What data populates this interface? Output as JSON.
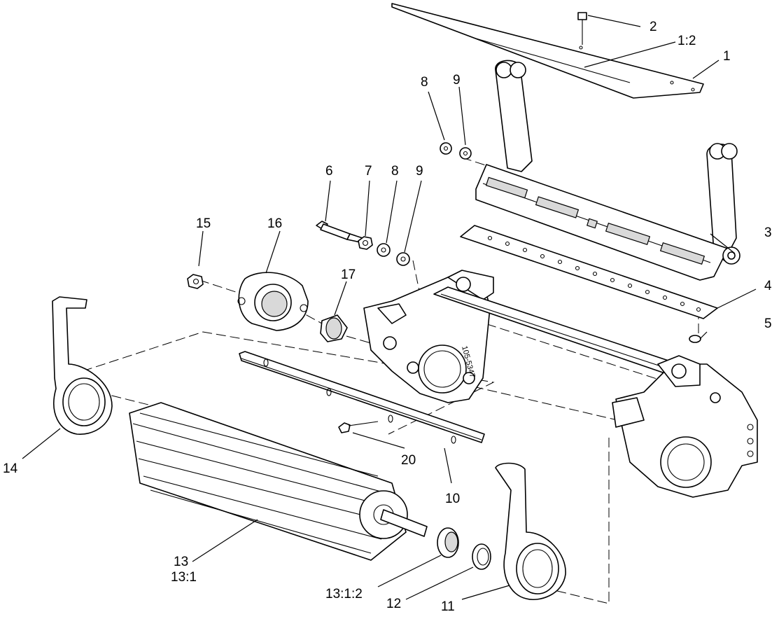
{
  "callouts": [
    {
      "id": "c-1",
      "text": "1"
    },
    {
      "id": "c-2",
      "text": "2"
    },
    {
      "id": "c-1-2",
      "text": "1:2"
    },
    {
      "id": "c-3",
      "text": "3"
    },
    {
      "id": "c-4",
      "text": "4"
    },
    {
      "id": "c-5",
      "text": "5"
    },
    {
      "id": "c-6",
      "text": "6"
    },
    {
      "id": "c-7",
      "text": "7"
    },
    {
      "id": "c-8a",
      "text": "8"
    },
    {
      "id": "c-8b",
      "text": "8"
    },
    {
      "id": "c-9a",
      "text": "9"
    },
    {
      "id": "c-9b",
      "text": "9"
    },
    {
      "id": "c-10",
      "text": "10"
    },
    {
      "id": "c-11",
      "text": "11"
    },
    {
      "id": "c-12",
      "text": "12"
    },
    {
      "id": "c-13",
      "text": "13"
    },
    {
      "id": "c-13-1",
      "text": "13:1"
    },
    {
      "id": "c-13-1-2",
      "text": "13:1:2"
    },
    {
      "id": "c-14",
      "text": "14"
    },
    {
      "id": "c-15",
      "text": "15"
    },
    {
      "id": "c-16",
      "text": "16"
    },
    {
      "id": "c-17",
      "text": "17"
    },
    {
      "id": "c-20",
      "text": "20"
    }
  ],
  "side_plate_stamp": "105-5347"
}
